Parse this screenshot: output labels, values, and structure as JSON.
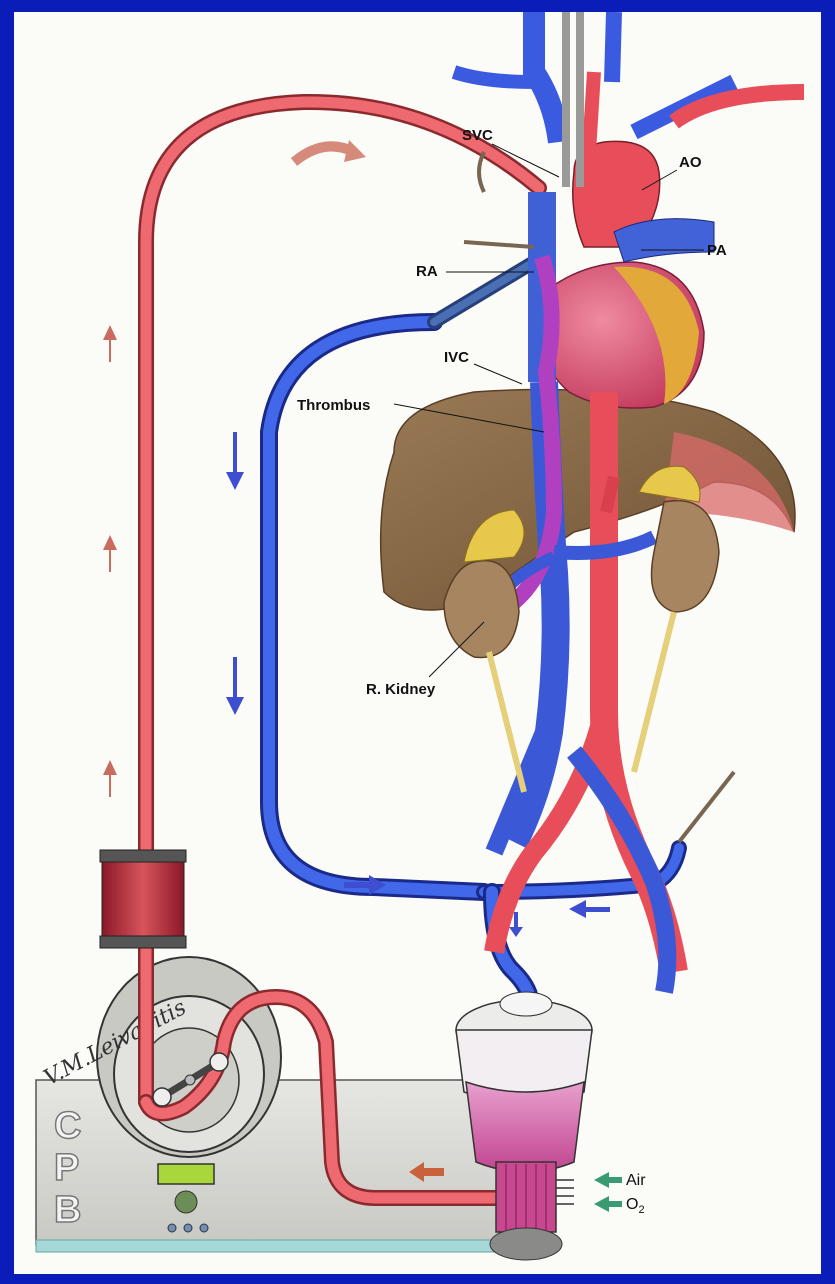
{
  "labels": {
    "svc": "SVC",
    "ao": "AO",
    "pa": "PA",
    "ra": "RA",
    "ivc": "IVC",
    "thrombus": "Thrombus",
    "r_kidney": "R. Kidney",
    "air": "Air",
    "o2": "O",
    "o2_sub": "2"
  },
  "machine": {
    "letter_1": "C",
    "letter_2": "P",
    "letter_3": "B"
  },
  "signature": "V.M.Leivaditis",
  "colors": {
    "frame": "#0a1db8",
    "arterial": "#e5535c",
    "venous": "#2f4fd8",
    "thrombus": "#a43bb0",
    "liver": "#8b6a47",
    "kidney": "#9c7a57",
    "adrenal": "#e8c84a",
    "heart": "#d9486a",
    "machine": "#d8d8d4",
    "reservoir": "#d77ab8",
    "flow_arrow_red": "#c96b5e",
    "flow_arrow_blue": "#3d4fd0",
    "gas_arrow": "#3a9a72"
  },
  "icons": {
    "flow_up": "arrow-up-icon",
    "flow_down": "arrow-down-icon",
    "flow_right": "arrow-right-icon",
    "flow_left": "arrow-left-icon",
    "curved": "curved-arrow-icon"
  }
}
